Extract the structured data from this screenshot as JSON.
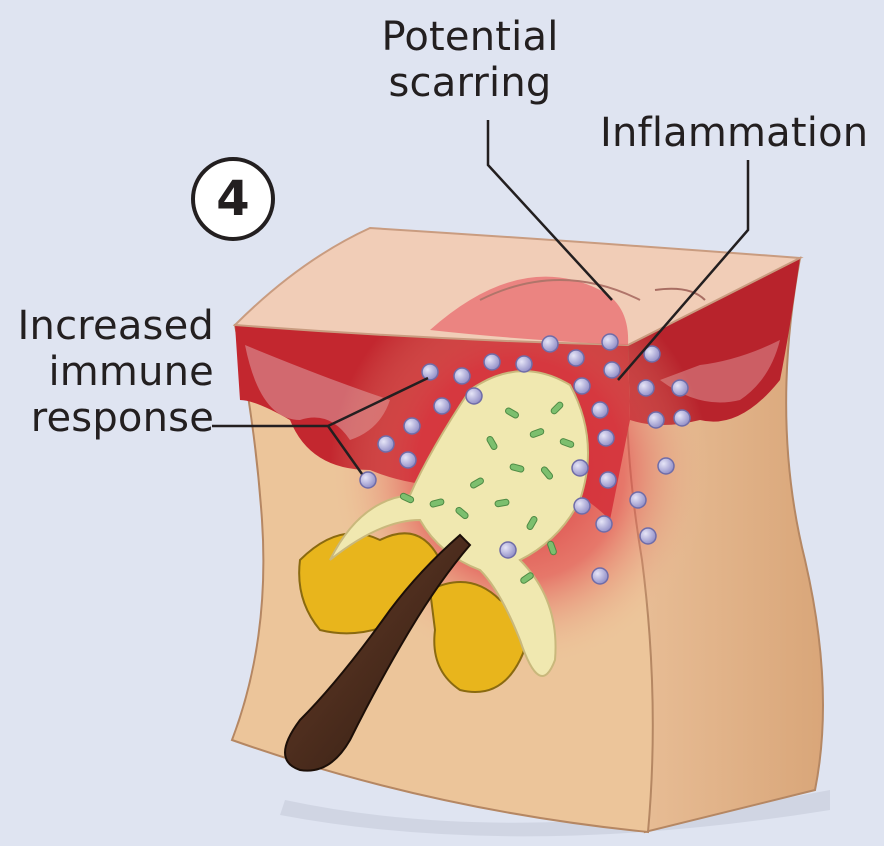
{
  "step_number": "4",
  "labels": {
    "scarring": [
      "Potential",
      "scarring"
    ],
    "inflammation": "Inflammation",
    "immune": [
      "Increased",
      "immune",
      "response"
    ]
  },
  "colors": {
    "background": "#dfe4f1",
    "skin_surface": "#f1cdb7",
    "skin_side": "#ecc59a",
    "inflamed_tissue": "#c3272f",
    "immune_cells": "#9b98cf",
    "bacteria": "#7cbf6e",
    "sebum": "#f0e8b0",
    "sebaceous_gland": "#e8b51c",
    "hair": "#4a2a1c"
  },
  "illustration": {
    "subject": "inflamed hair follicle in skin cross-section",
    "icons": [
      "hair-follicle-icon",
      "immune-cell-icon",
      "bacteria-icon",
      "sebaceous-gland-icon"
    ]
  }
}
